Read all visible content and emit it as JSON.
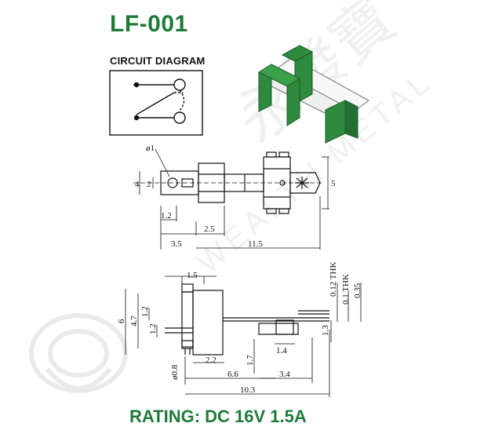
{
  "title": "LF-001",
  "circuit_label": "CIRCUIT DIAGRAM",
  "rating": "RATING: DC 16V 1.5A",
  "watermark": {
    "cjk": "永發寶",
    "latin": "WEALTH METAL"
  },
  "colors": {
    "title": "#1f7a3a",
    "product_green": "#2e8b3e",
    "line": "#111111"
  },
  "top_view_dims": {
    "hole": "ø1",
    "d4": "4",
    "d2": "2",
    "d1_2": "1.2",
    "d2_5": "2.5",
    "d3_5": "3.5",
    "d11_5": "11.5",
    "d5": "5"
  },
  "side_view_dims": {
    "d1_5": "1.5",
    "d0_12": "0.12 THK",
    "d0_1": "0.1 THK",
    "d0_35": "0.35",
    "d6": "6",
    "d4_7": "4.7",
    "d1_2a": "1.2",
    "d1_2b": "1.2",
    "d1_3": "1.3",
    "d1_4": "1.4",
    "d1_7": "1.7",
    "d2_2": "2.2",
    "d0_8": "ø0.8",
    "d6_6": "6.6",
    "d3_4": "3.4",
    "d10_3": "10.3"
  }
}
